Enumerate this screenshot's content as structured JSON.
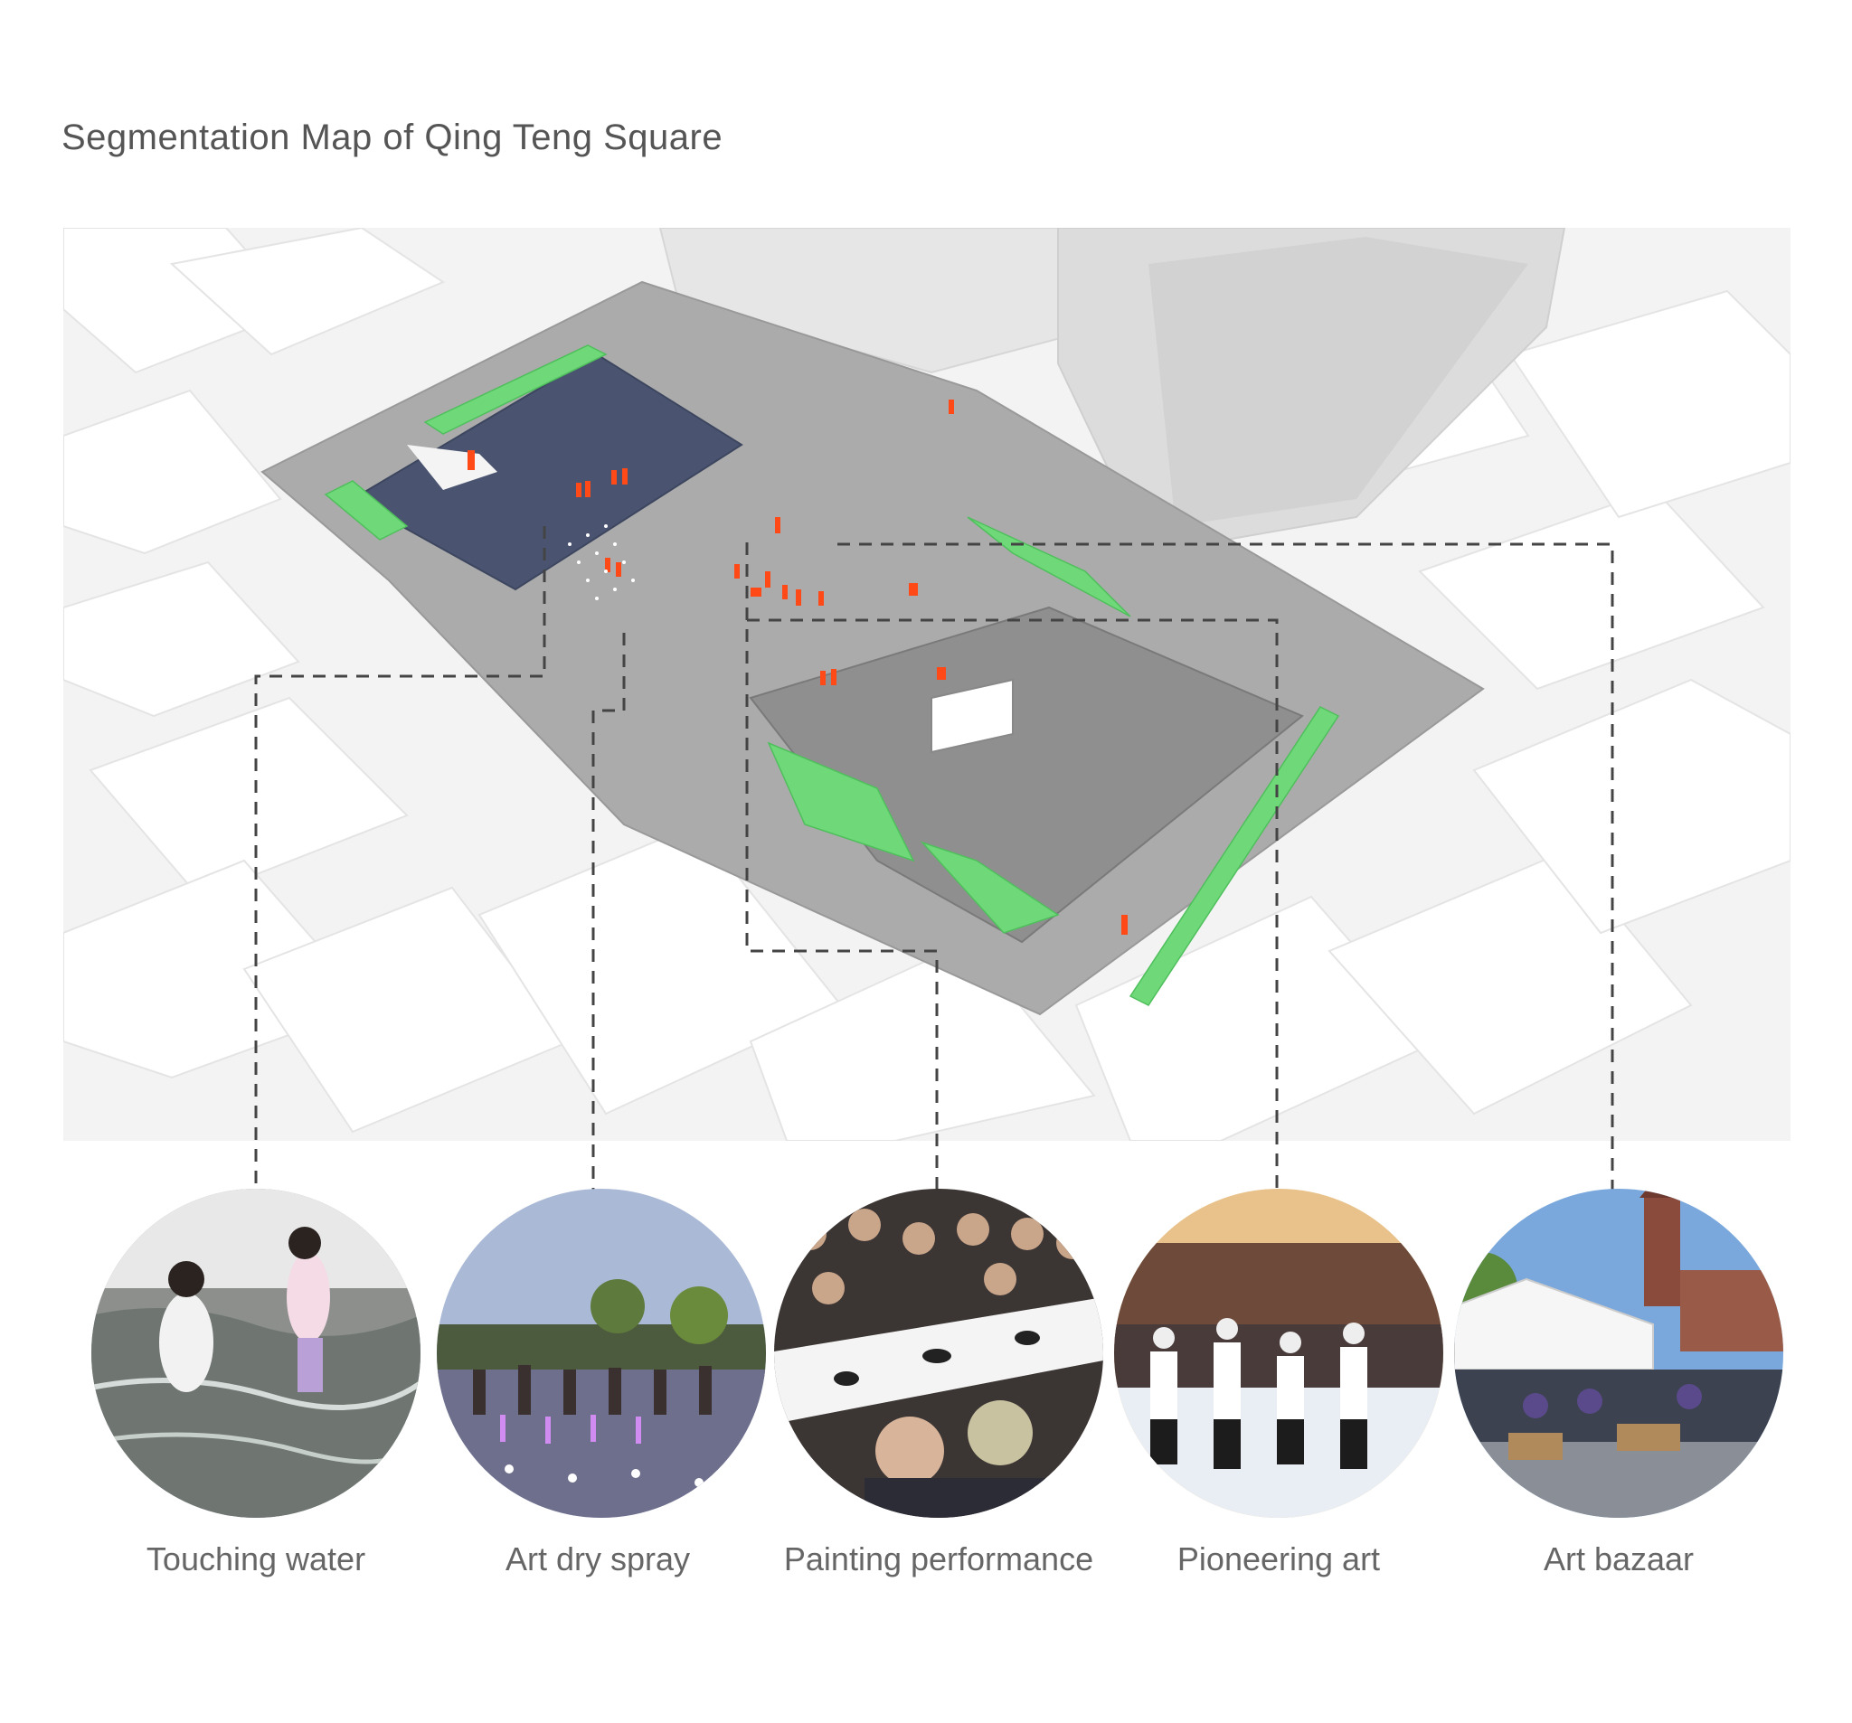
{
  "title": "Segmentation Map of Qing Teng Square",
  "activities": [
    {
      "label": "Touching water",
      "scene": "water-play-photo"
    },
    {
      "label": "Art dry spray",
      "scene": "fountain-plaza-photo"
    },
    {
      "label": "Painting performance",
      "scene": "calligraphy-crowd-photo"
    },
    {
      "label": "Pioneering art",
      "scene": "dance-performance-photo"
    },
    {
      "label": "Art bazaar",
      "scene": "market-tents-photo"
    }
  ],
  "colors": {
    "grass": "#6fd97a",
    "figures": "#ff4a17",
    "water": "#4a5470",
    "paving": "#a9a9a9",
    "dashed": "#444444",
    "text": "#555555"
  }
}
